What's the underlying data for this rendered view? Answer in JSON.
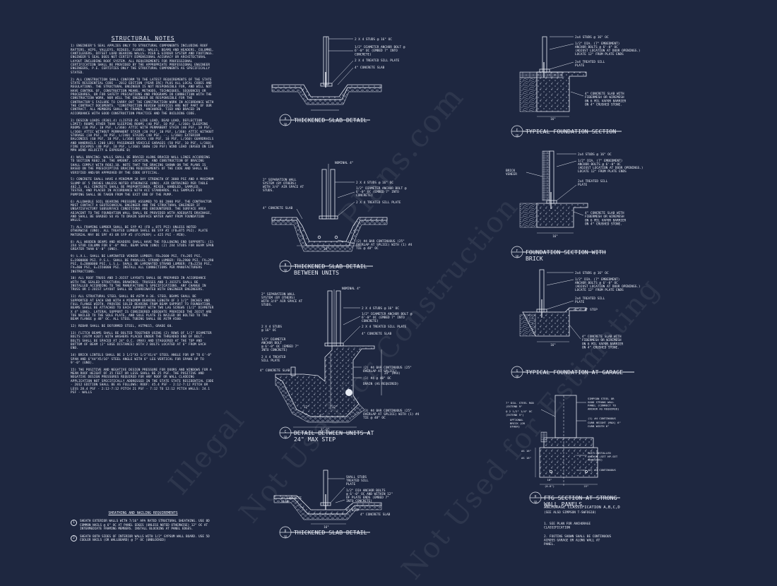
{
  "notes": {
    "title": "STRUCTURAL NOTES",
    "paragraphs": [
      "1) ENGINEER'S SEAL APPLIES ONLY TO STRUCTURAL COMPONENTS INCLUDING ROOF RAFTERS, HIPS, VALLEYS, RIDGES, FLOORS, WALLS, BEAMS AND HEADERS, COLUMNS, CANTILEVERS, OFFSET LOAD BEARING WALLS, PIER & GIRDER SYSTEM AND FOOTINGS. ENGINEER'S SEAL DOES NOT CERTIFY DIMENSIONAL ACCURACY OR ARCHITECTURAL LAYOUT INCLUDING ROOF SYSTEM. ALL REQUIREMENTS FOR PROFESSIONAL CERTIFICATION SHALL BE PROVIDED BY THE APPROPRIATE PROFESSIONAL ENGINEER ENGINEERS, P.E. CERTIFIES ONLY THE STRUCTURAL COMPONENTS AS SPECIFICALLY STATED.",
      "2) ALL CONSTRUCTION SHALL CONFORM TO THE LATEST REQUIREMENTS OF THE STATE STATE RESIDENTIAL CODE - 2012 EDITION (YEAR IRC) PLUS ALL LOCAL CODES AND REGULATIONS. THE STRUCTURAL ENGINEER IS NOT RESPONSIBLE FOR, AND WILL NOT HAVE CONTROL OF, CONSTRUCTION MEANS, METHODS, TECHNIQUES, SEQUENCES OR PROCEDURES, OR FOR SAFETY PRECAUTIONS AND PROGRAMS IN CONNECTION WITH THE CONSTRUCTION WORK, NOR WILL THE ENGINEER BE RESPONSIBLE FOR THE CONTRACTOR'S FAILURE TO CARRY OUT THE CONSTRUCTION WORK IN ACCORDANCE WITH THE CONTRACT DOCUMENTS. \"CONSTRUCTION REVIEW SERVICES ARE NOT PART OF OUR CONTRACT. ALL MEMBERS SHALL BE FRAMED, ANCHORED, TIED AND BRACED IN ACCORDANCE WITH GOOD CONSTRUCTION PRACTICE AND THE BUILDING CODE.",
      "3) DESIGN LOADS (R301.4) (LISTED AS LIVE LOAD, DEAD LOAD, DEFLECTION LIMIT) ROOMS OTHER THAN SLEEPING ROOMS (40 PSF, 10 PSF, L/360) SLEEPING ROOMS (30 PSF, 10 PSF, L/360) ATTIC WITH PERMANENT STAIR (40 PSF, 10 PSF, L/360) ATTIC WITHOUT PERMANENT STAIR (20 PSF, 10 PSF, L/360) ATTIC WITHOUT STORAGE (10 PSF, 10 PSF, L/240) STAIRS (40 PSF, --, L/360) EXTERIOR BALCONIES (60 PSF, 10 PSF, L/360) DECKS (40 PSF, 10 PSF, L/360) GUARDRAILS AND HANDRAILS (200 LBS) PASSENGER VEHICLE GARAGES (50 PSF, 10 PSF, L/360) FIRE ESCAPES (40 PSF, 10 PSF, L/360) SNOW (20 PSF) WIND LOAD (BASED ON 130 MPH WIND VELOCITY & EXPOSURE B)",
      "4) WALL BRACING: WALLS SHALL BE BRACED ALONG BRACED WALL LINES ACCORDING TO SECTION R602.10. THE AMOUNT, LOCATION, AND CONSTRUCTION OF BRACING SHALL COMPLY WITH R602.10. NOTE THAT THE BRACING SHOWN ON THE PLANS IS BASED ON THE PRESCRIPTIVE BRACING REQUIREMENTS OF THE CODE AND SHALL BE VERIFIED AND/OR APPROVED BY THE CODE OFFICIAL.",
      "5) CONCRETE SHALL HAVE A MINIMUM 28 DAY STRENGTH OF 3000 PSI AND A MAXIMUM SLUMP OF 5 INCHES UNLESS NOTED OTHERWISE (UNO). AIR ENTRAINED PER TABLE 402.2. ALL CONCRETE SHALL BE PROPORTIONED, MIXED, HANDLED, SAMPLED, TESTED, AND PLACED IN ACCORDANCE WITH ACI STANDARDS. ALL SAMPLES FOR PUMPING SHALL BE TAKEN FROM THE EXIT END OF THE PUMP.",
      "6) ALLOWABLE SOIL BEARING PRESSURE ASSUMED TO BE 2000 PSF. THE CONTRACTOR MUST CONTACT A GEOTECHNICAL ENGINEER AND THE STRUCTURAL ENGINEER IF UNSATISFACTORY SUBSURFACE CONDITIONS ARE ENCOUNTERED. THE SURFACE AREA ADJACENT TO THE FOUNDATION WALL SHALL BE PROVIDED WITH ADEQUATE DRAINAGE, AND SHALL BE GRADED SO AS TO DRAIN SURFACE WATER AWAY FROM FOUNDATION WALLS.",
      "7) ALL FRAMING LUMBER SHALL BE SYP #2 (Fb = 875 PSI) UNLESS NOTED OTHERWISE (UNO). ALL TREATED LUMBER SHALL BE SYP #2 (Fb=875 PSI). PLATE MATERIAL MAY BE SPF #3 OR SYP #2 (Fc(perp) = 425 PSI - MIN).",
      "8) ALL WOODEN BEAMS AND HEADERS SHALL HAVE THE FOLLOWING END SUPPORTS: (1) 2x4 STUD COLUMN FOR 6'-0\" MAX. BEAM SPAN (UNO) (2) 2x4 STUDS FOR BEAM SPAN GREATER THAN 6'-0\" (UNO).",
      "9) L.V.L. SHALL BE LAMINATED VENEER LUMBER: Fb=2600 PSI, Fv=285 PSI, E=1900000 PSI. P.S.L. SHALL BE PARALLEL STRAND LUMBER: Fb=2900 PSI, Fv=290 PSI, E=2000000 PSI. L.S.L. SHALL BE LAMINATED STRAND LUMBER: Fb=2250 PSI, Fv=400 PSI, E=1550000 PSI. INSTALL ALL CONNECTIONS PER MANUFACTURERS INSTRUCTIONS.",
      "10) ALL ROOF TRUSS AND I-JOIST LAYOUTS SHALL BE PREPARED IN ACCORDANCE WITH THE SEALED STRUCTURAL DRAWINGS. TRUSSES AND I-JOISTS SHALL BE INSTALLED ACCORDING TO THE MANUFACTURE'S SPECIFICATIONS. ANY CHANGE IN TRUSS OR I-JOIST LAYOUT SHALL BE COORDINATED WITH ENGINEER ENGINEERS.",
      "11) ALL STRUCTURAL STEEL SHALL BE ASTM A-36. STEEL BEAMS SHALL BE SUPPORTED AT EACH END WITH A MINIMUM BEARING LENGTH OF 3 1/2\" INCHES AND FULL FLANGE WIDTH. PROVIDE SOLID BEARING FROM BEAM SUPPORT TO FOUNDATION. BEAMS SHALL BE ATTACHED TO EACH SUPPORT WITH TWO LAG SCREWS (1/2\" DIAMETER x 4\" LONG). LATERAL SUPPORT IS CONSIDERED ADEQUATE PROVIDED THE JOIST ARE TOE NAILED TO THE SOLE PLATE, AND SOLE PLATE IS NAILED OR BOLTED TO THE BEAM FLANGE @ 48\" OC. ALL STEEL TUBING SHALL BE ASTM A500.",
      "12) REBAR SHALL BE DEFORMED STEEL, ASTM615, GRADE 60.",
      "13) FLITCH BEAMS SHALL BE BOLTED TOGETHER USING (2) ROWS OF 1/2\" DIAMETER BOLTS (ASTM A307) WITH WASHERS PLACED UNDER THE THREADED END OF BOLT. BOLTS SHALL BE SPACED AT 24\" O.C. (MAX) AND STAGGERED AT THE TOP AND BOTTOM OF BEAM (2\" EDGE DISTANCE) WITH 2 BOLTS LOCATED AT 6\" FROM EACH END.",
      "14) BRICK LINTELS SHALL BE 3 1/2\"x3 1/2\"x1/4\" STEEL ANGLE FOR UP TO 6'-0\" SPAN AND 6\"x4\"x5/16\" STEEL ANGLE WITH 6\" LEG VERTICAL FOR SPANS UP TO 9'-0\" (UNO).",
      "15) THE POSITIVE AND NEGATIVE DESIGN PRESSURE FOR DOORS AND WINDOWS FOR A MEAN ROOF HEIGHT OF 35 FEET OR LESS SHALL BE 25 PSF. THE POSITIVE AND NEGATIVE DESIGN PRESSURES REQUIRED FOR ANY ROOF OR WALL CLADDING APPLICATION NOT SPECIFICALLY ADDRESSED IN THE STATE STATE RESIDENTIAL CODE - 2012 EDITION SHALL BE AS FOLLOWS: ROOF: 45.4 PSF - 2:12-7:12 PITCH OR LESS 28.4 PSF - 2:12-7:12 PITCH 21 PSF - 7:12 TO 12:12 PITCH WALLS: 24.1 PSF - WALLS"
    ]
  },
  "sheathing": {
    "title": "SHEATHING AND NAILING REQUIREMENTS",
    "items": [
      {
        "num": "1",
        "text": "SHEATH EXTERIOR WALLS WITH 7/16\" APA RATED STRUCTURAL SHEATHING. USE 8d COMMON NAILS @ 6\" OC AT PANEL EDGES (UNLESS NOTED OTHERWISE) 12\" OC AT INTERMEDIATE FRAMING MEMBERS. INSTALL BLOCKING AT PANEL EDGES."
      },
      {
        "num": "2",
        "text": "SHEATH BOTH SIDES OF INTERIOR WALLS WITH 1/2\" GYPSUM WALL BOARD. USE 5d COOLER NAILS (OR WALLBOARD) @ 7\" OC (UNBLOCKED)"
      }
    ]
  },
  "details": [
    {
      "id": "A",
      "sheet": "SD",
      "title": [
        "THICKENED SLAB DETAIL"
      ]
    },
    {
      "id": "B",
      "sheet": "SD",
      "title": [
        "THICKENED SLAB DETAIL",
        "BETWEEN UNITS"
      ]
    },
    {
      "id": "C",
      "sheet": "SD",
      "title": [
        "DETAIL BETWEEN UNITS AT",
        "24\" MAX STEP"
      ]
    },
    {
      "id": "D",
      "sheet": "SD",
      "title": [
        "THICKENED SLAB DETAIL"
      ]
    },
    {
      "id": "E",
      "sheet": "SD",
      "title": [
        "TYPICAL FOUNDATION SECTION"
      ]
    },
    {
      "id": "F",
      "sheet": "SD",
      "title": [
        "FOUNDATION SECTION WITH",
        "BRICK"
      ]
    },
    {
      "id": "G",
      "sheet": "SD",
      "title": [
        "TYPICAL FOUNDATION AT GARAGE"
      ]
    },
    {
      "id": "H",
      "sheet": "SD",
      "title": [
        "FTG SECTION AT STRONG",
        "WALL PANELS"
      ]
    }
  ],
  "labels": {
    "a": [
      "2 X 4 STUDS @ 16\" OC",
      "1/2\" DIAMETER ANCHOR BOLT @",
      "6'-0\" OC (EMBED 7\" INTO",
      "CONCRETE)",
      "2 X 4 TREATED SILL PLATE",
      "4\" CONCRETE SLAB"
    ],
    "b": [
      "NOMINAL 4\"",
      "2\" SEPARATION WALL",
      "SYSTEM (BY OTHERS)",
      "WITH 3/4\" AIR SPACE AT",
      "STUDS.",
      "2 X 4 STUDS @ 16\" OC",
      "1/2\" DIAMETER ANCHOR BOLT @",
      "6'-0\" OC (EMBED 7\" INTO",
      "CONCRETE)",
      "2 X 4 TREATED SILL PLATE",
      "4\" CONCRETE SLAB",
      "(2) #4 BAR CONTINUOUS (25\"",
      "OVERLAP AT SPLICE) WITH (1) #4",
      "TIE @ 48\" OC",
      "24\""
    ],
    "c": [
      "NOMINAL 4\"",
      "2\" SEPARATION WALL",
      "SYSTEM (BY OTHERS)",
      "WITH 3/4\" AIR SPACE AT",
      "STUDS.",
      "2 X 4 STUDS @ 16\" OC",
      "1/2\" DIAMETER ANCHOR BOLT @",
      "6'-0\" OC (EMBED 7\" INTO",
      "CONCRETE)",
      "2 X 4 TREATED SILL PLATE",
      "2 X 4 STUDS",
      "@ 16\" OC",
      "1/2\" DIAMETER",
      "ANCHOR BOLT",
      "@ 6'-0\" OC (EMBED 7\"",
      "INTO CONCRETE)",
      "2 X 4 TREATED",
      "SILL PLATE",
      "4\" CONCRETE SLAB",
      "4\" CONCRETE SLAB",
      "(2) #4 BAR CONTINUOUS (25\"",
      "OVERLAP AT SPLICE)",
      "(1) #4 @ 48\" OC",
      "DRAIN (AS REQUIRED)",
      "(3) #4 BAR CONTINUOUS (25\"",
      "OVERLAP AT SPLICE) WITH (1) #4",
      "TIE @ 48\" OC",
      "24\" (MAX)",
      "12\"",
      "12\"",
      "4\"",
      "3'-0\""
    ],
    "d": [
      "SHALL STUDS",
      "TREATED SILL",
      "PLATE",
      "1/2\" DIA ANCHOR BOLTS",
      "@ 6'-0\" OC AND WITHIN 12\"",
      "OF PLATE ENDS (EMBED 7\"",
      "INTO CONCRETE)",
      "4\" STEP",
      "4\" CONCRETE",
      "SLAB",
      "4\" CONCRETE SLAB",
      "16\""
    ],
    "e": [
      "2x4 STUDS @ 16\" OC",
      "1/2\" DIA. (7\" EMBEDMENT)",
      "ANCHOR BOLTS @ 6'-0\" OC",
      "(ADJUST LOCATION AT DOOR OPENINGS.)",
      "LOCATE 12\" FROM PLATE ENDS",
      "2x4 TREATED SILL",
      "PLATE",
      "4\" CONCRETE SLAB WITH",
      "FIBERMESH OR WIREMESH",
      "ON 6 MIL VAPOR BARRIER",
      "ON 4\" CRUSHED STONE.",
      "16\""
    ],
    "f": [
      "2x4 STUDS @ 16\" OC",
      "1/2\" DIA. (7\" EMBEDMENT)",
      "ANCHOR BOLTS @ 6'-0\" OC",
      "(ADJUST LOCATION AT DOOR OPENINGS.)",
      "LOCATE 12\" FROM PLATE ENDS",
      "2x4 TREATED SILL",
      "PLATE",
      "4\" CONCRETE SLAB WITH",
      "FIBERMESH OR WIREMESH",
      "ON 6 MIL VAPOR BARRIER",
      "ON 4\" CRUSHED STONE.",
      "BRICK",
      "VENEER",
      "16\""
    ],
    "g": [
      "2x4 STUDS @ 16\" OC",
      "1/2\" DIA. (7\" EMBEDMENT)",
      "ANCHOR BOLTS @ 6'-0\" OC",
      "(ADJUST LOCATION AT DOOR OPENINGS.)",
      "LOCATE 12\" FROM PLATE ENDS",
      "2x4 TREATED SILL",
      "PLATE",
      "4\" - 4\" STEP",
      "4\" CONCRETE SLAB WITH",
      "FIBERMESH OR WIREMESH",
      "ON 6 MIL VAPOR BARRIER",
      "ON 4\" CRUSHED STONE.",
      "16\""
    ],
    "h": [
      "7\" DIA. STEEL ROD",
      "(EXTEND 9\"",
      "@ 2 1/2\" 1/4\" OC",
      "(EXTEND 5\")",
      "OPTIONAL",
      "BRICK (OR",
      "OTHER)",
      "SIMPSON STEEL OR",
      "GOOD STRONG WALL",
      "PANEL (CONNECT TO",
      "ANCHOR AS REQUIRED)",
      "(1) #4 CONTINUOUS",
      "CURB HEIGHT (MAX) 6\"",
      "CURB WIDTH 6\"",
      "POST INSTALLED",
      "ANCHOR (SET HP-SET",
      "ADHESIVE)",
      "(2) #4 CONTINUOUS",
      "16\"",
      "(0-8\")",
      "22\"",
      "AS 16\"",
      "AS 18\""
    ],
    "h_notes": [
      "ANCHORAGE CLASSIFICATION A,B,C,D",
      "(SEE ALSO SIMPSON T-SWFOG10)",
      "1. SEE PLAN FOR ANCHORAGE",
      "CLASSIFICATION",
      "2. FOOTING SHOWN SHALL BE CONTINUOUS",
      "ACROSS GARAGE OR ALONG WALL AT",
      "PANEL."
    ]
  },
  "watermarks": [
    "Illegal",
    "Plans.com",
    "Not Used for Construction",
    "Not Used for Estimating"
  ]
}
